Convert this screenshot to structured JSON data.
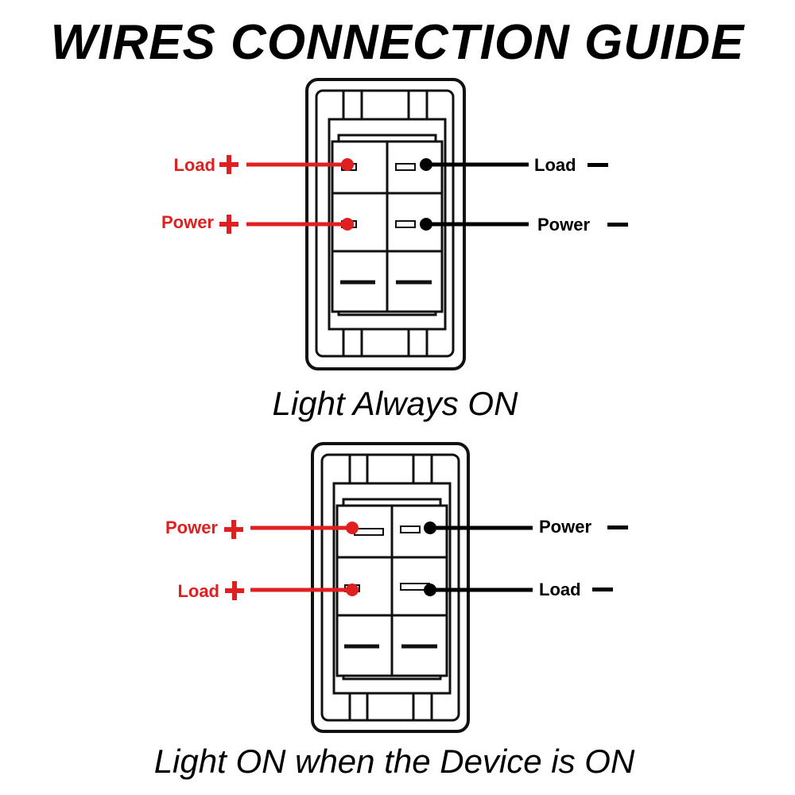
{
  "title": "WIRES CONNECTION GUIDE",
  "colors": {
    "positive": "#e02020",
    "negative": "#000000",
    "outline": "#111111"
  },
  "diagram_1": {
    "caption": "Light Always ON",
    "left_labels": [
      "Load",
      "Power"
    ],
    "right_labels": [
      "Load",
      "Power"
    ]
  },
  "diagram_2": {
    "caption": "Light ON when the Device is ON",
    "left_labels": [
      "Power",
      "Load"
    ],
    "right_labels": [
      "Power",
      "Load"
    ]
  }
}
